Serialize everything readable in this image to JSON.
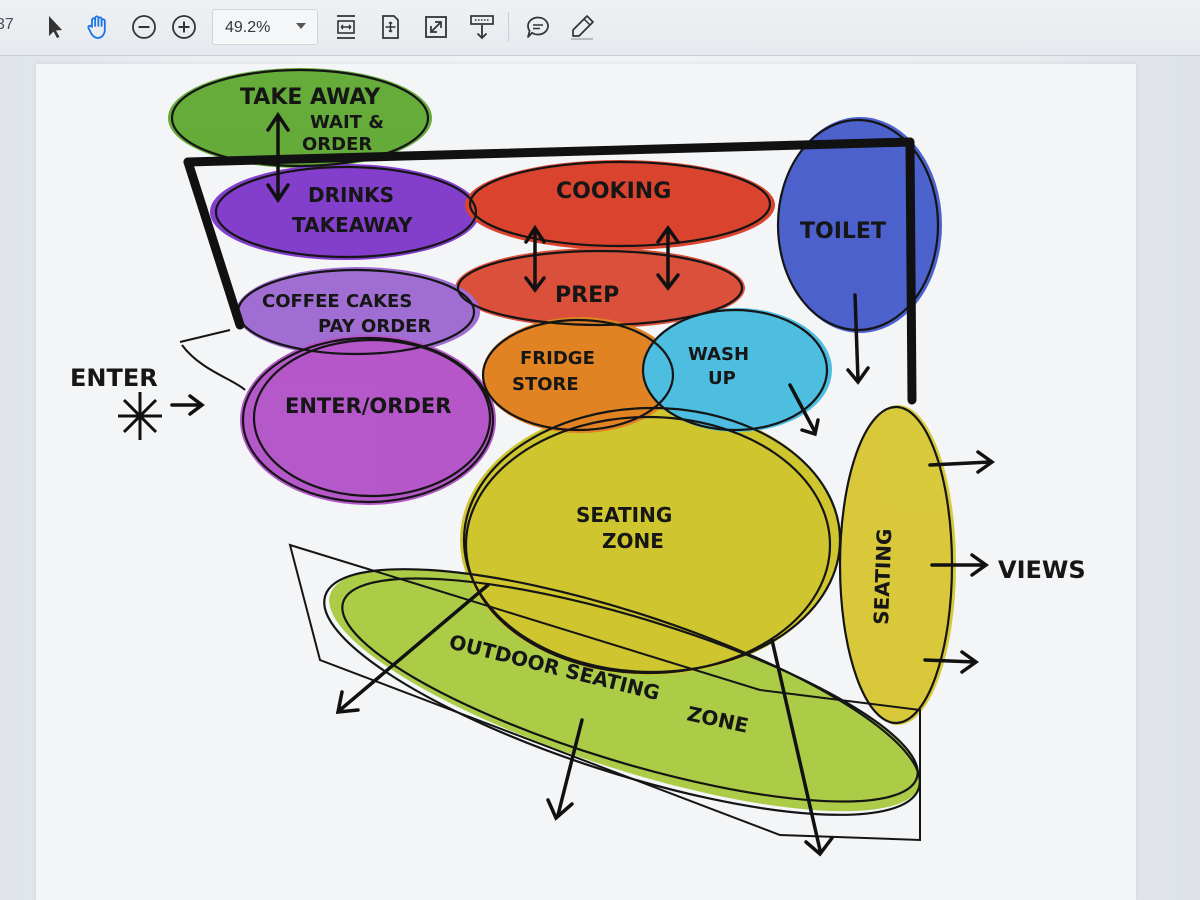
{
  "toolbar": {
    "page_number": "37",
    "zoom_value": "49.2%",
    "tools": [
      {
        "name": "select-tool",
        "icon": "arrow-pointer-icon"
      },
      {
        "name": "hand-tool",
        "icon": "hand-icon"
      },
      {
        "name": "zoom-out",
        "icon": "minus-circle-icon"
      },
      {
        "name": "zoom-in",
        "icon": "plus-circle-icon"
      },
      {
        "name": "fit-width",
        "icon": "fit-width-icon"
      },
      {
        "name": "fit-page",
        "icon": "fit-page-icon"
      },
      {
        "name": "full-screen",
        "icon": "expand-icon"
      },
      {
        "name": "scroll-mode",
        "icon": "scroll-icon"
      },
      {
        "name": "comment",
        "icon": "speech-bubble-icon"
      },
      {
        "name": "highlight",
        "icon": "pen-icon"
      }
    ],
    "accent_color": "#1a73e8"
  },
  "sketch": {
    "zones": {
      "takeaway": "TAKE AWAY",
      "wait_order_1": "WAIT &",
      "wait_order_2": "ORDER",
      "drinks_1": "DRINKS",
      "drinks_2": "TAKEAWAY",
      "cooking": "COOKING",
      "toilet": "TOILET",
      "prep": "PREP",
      "coffee_1": "COFFEE CAKES",
      "coffee_2": "PAY ORDER",
      "fridge_1": "FRIDGE",
      "fridge_2": "STORE",
      "wash_1": "WASH",
      "wash_2": "UP",
      "enter_order": "ENTER/ORDER",
      "seating_zone_1": "SEATING",
      "seating_zone_2": "ZONE",
      "seating_side": "SEATING",
      "outdoor_1": "OUTDOOR SEATING",
      "outdoor_2": "ZONE"
    },
    "annotations": {
      "enter": "ENTER",
      "views": "VIEWS"
    },
    "colors": {
      "takeaway": "#5aa52a",
      "drinks": "#7a2fc8",
      "cooking": "#d8361f",
      "toilet": "#3e55c9",
      "prep": "#d9432c",
      "coffee": "#9a63cf",
      "fridge": "#e07a12",
      "wash": "#3fb9df",
      "enter_order": "#b04ac6",
      "seating_zone": "#cdc21f",
      "seating_side": "#d7c52a",
      "outdoor": "#a6c93a"
    }
  }
}
